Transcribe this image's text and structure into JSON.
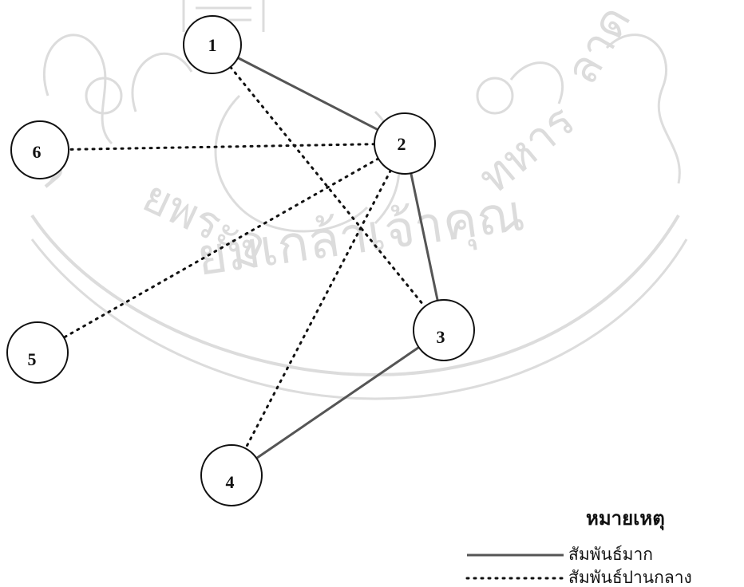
{
  "watermark": {
    "kind": "university-seal",
    "color": "#d6d6d6",
    "text": "มหาวิทยาลัยเทคโนโลยีพระจอมเกล้าเจ้าคุณทหารลาดกระบัง"
  },
  "nodes": [
    {
      "id": "1",
      "label": "1"
    },
    {
      "id": "2",
      "label": "2"
    },
    {
      "id": "3",
      "label": "3"
    },
    {
      "id": "4",
      "label": "4"
    },
    {
      "id": "5",
      "label": "5"
    },
    {
      "id": "6",
      "label": "6"
    }
  ],
  "edges": [
    {
      "from": "1",
      "to": "2",
      "relation": "strong"
    },
    {
      "from": "2",
      "to": "3",
      "relation": "strong"
    },
    {
      "from": "3",
      "to": "4",
      "relation": "strong"
    },
    {
      "from": "1",
      "to": "3",
      "relation": "moderate"
    },
    {
      "from": "2",
      "to": "6",
      "relation": "moderate"
    },
    {
      "from": "2",
      "to": "5",
      "relation": "moderate"
    },
    {
      "from": "2",
      "to": "4",
      "relation": "moderate"
    }
  ],
  "legend": {
    "title": "หมายเหตุ",
    "items": [
      {
        "style": "solid",
        "label": "สัมพันธ์มาก"
      },
      {
        "style": "dotted",
        "label": "สัมพันธ์ปานกลาง"
      }
    ]
  },
  "colors": {
    "node_stroke": "#111111",
    "strong_edge": "#555555",
    "moderate_edge": "#111111",
    "text": "#111111"
  }
}
